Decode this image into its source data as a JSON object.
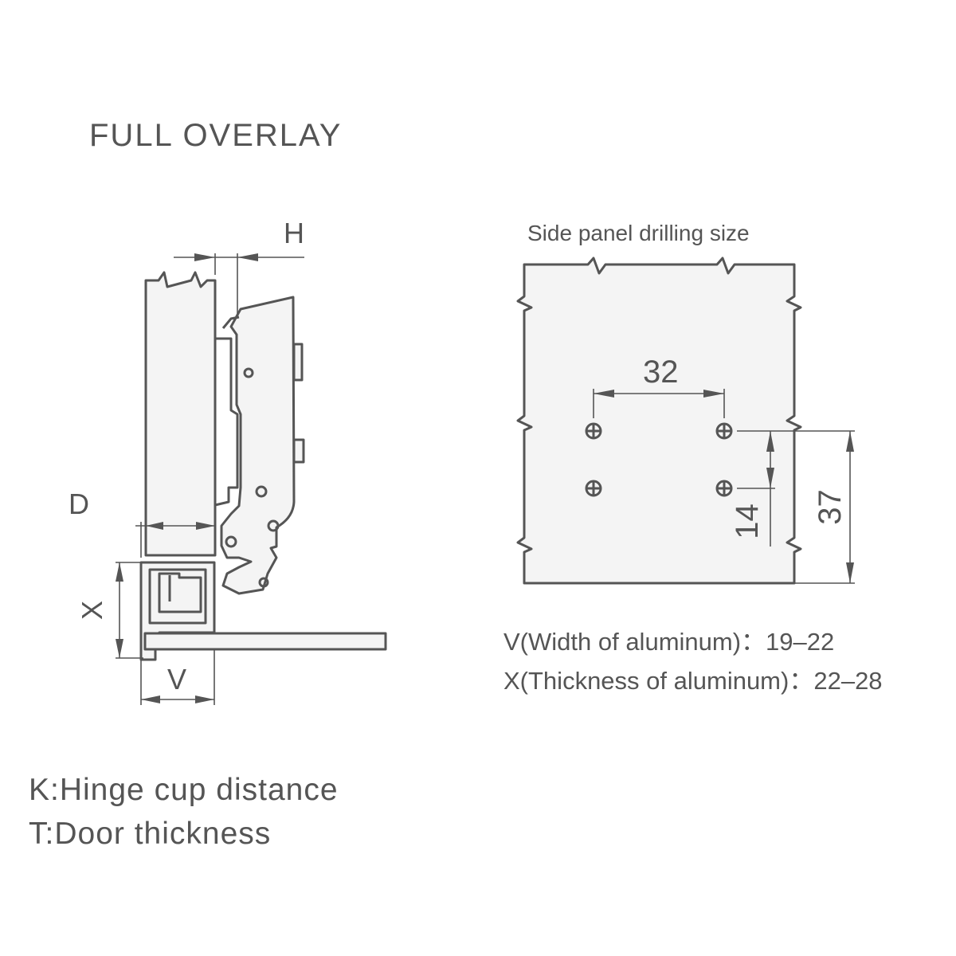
{
  "title": "FULL OVERLAY",
  "hinge_diagram": {
    "label_h": "H",
    "label_d": "D",
    "label_x": "X",
    "label_v": "V"
  },
  "drilling_diagram": {
    "title": "Side panel drilling size",
    "dim_horizontal": "32",
    "dim_small": "14",
    "dim_large": "37"
  },
  "specs": [
    {
      "label": "V(Width of aluminum)：",
      "value": "19–22"
    },
    {
      "label": "X(Thickness of aluminum)：",
      "value": "22–28"
    }
  ],
  "legend": [
    "K:Hinge cup distance",
    "T:Door thickness"
  ],
  "colors": {
    "line": "#555555",
    "panel_fill": "#f4f4f4"
  }
}
